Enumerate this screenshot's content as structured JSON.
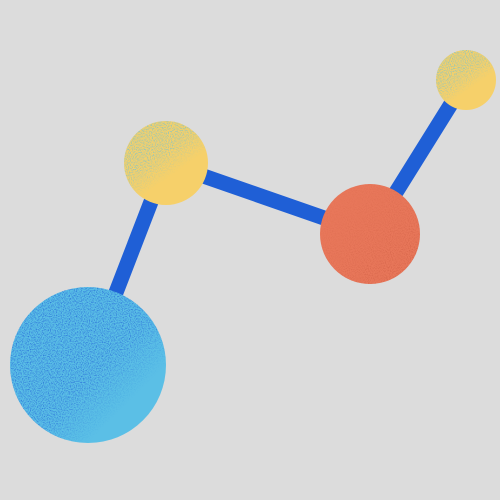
{
  "diagram": {
    "kind": "molecule-network",
    "colors": {
      "background": "#dcdcdc",
      "bond": "#1f5fd6",
      "navy_blue": "#1f5fd6",
      "sky_blue": "#5bbfe6",
      "yellow": "#f6d06a",
      "orange": "#e8775a"
    },
    "nodes": [
      {
        "id": "large-blue",
        "primary": "sky_blue",
        "speckle": "navy_blue"
      },
      {
        "id": "small-yellow-left",
        "primary": "yellow",
        "speckle": "sky_blue"
      },
      {
        "id": "orange",
        "primary": "orange",
        "speckle": "orange"
      },
      {
        "id": "small-yellow-right",
        "primary": "yellow",
        "speckle": "sky_blue"
      }
    ],
    "edges": [
      {
        "from": "large-blue",
        "to": "small-yellow-left"
      },
      {
        "from": "small-yellow-left",
        "to": "orange"
      },
      {
        "from": "orange",
        "to": "small-yellow-right"
      }
    ]
  }
}
